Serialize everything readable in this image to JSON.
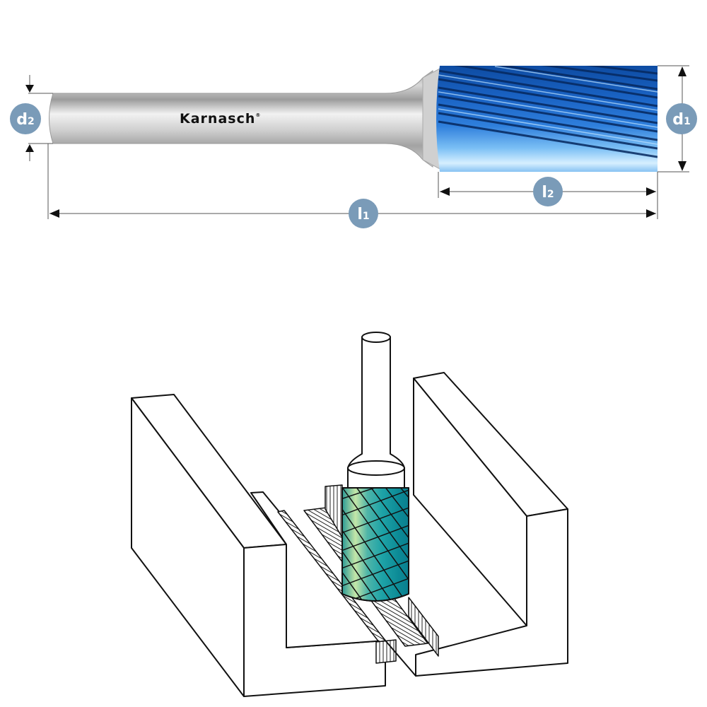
{
  "product": {
    "brand": "Karnasch",
    "registered_mark": "®"
  },
  "dimensions": {
    "d1": {
      "symbol": "d",
      "sub": "1"
    },
    "d2": {
      "symbol": "d",
      "sub": "2"
    },
    "l1": {
      "symbol": "l",
      "sub": "1"
    },
    "l2": {
      "symbol": "l",
      "sub": "2"
    }
  },
  "colors": {
    "badge": "#7a9bb8",
    "coating_dark": "#0b3f8c",
    "coating_mid": "#1f6fd0",
    "coating_light": "#9fd2ff",
    "shank": "#c8c8c8",
    "teal": "#15939a",
    "teal_light": "#c9e8a8",
    "line": "#111111"
  }
}
